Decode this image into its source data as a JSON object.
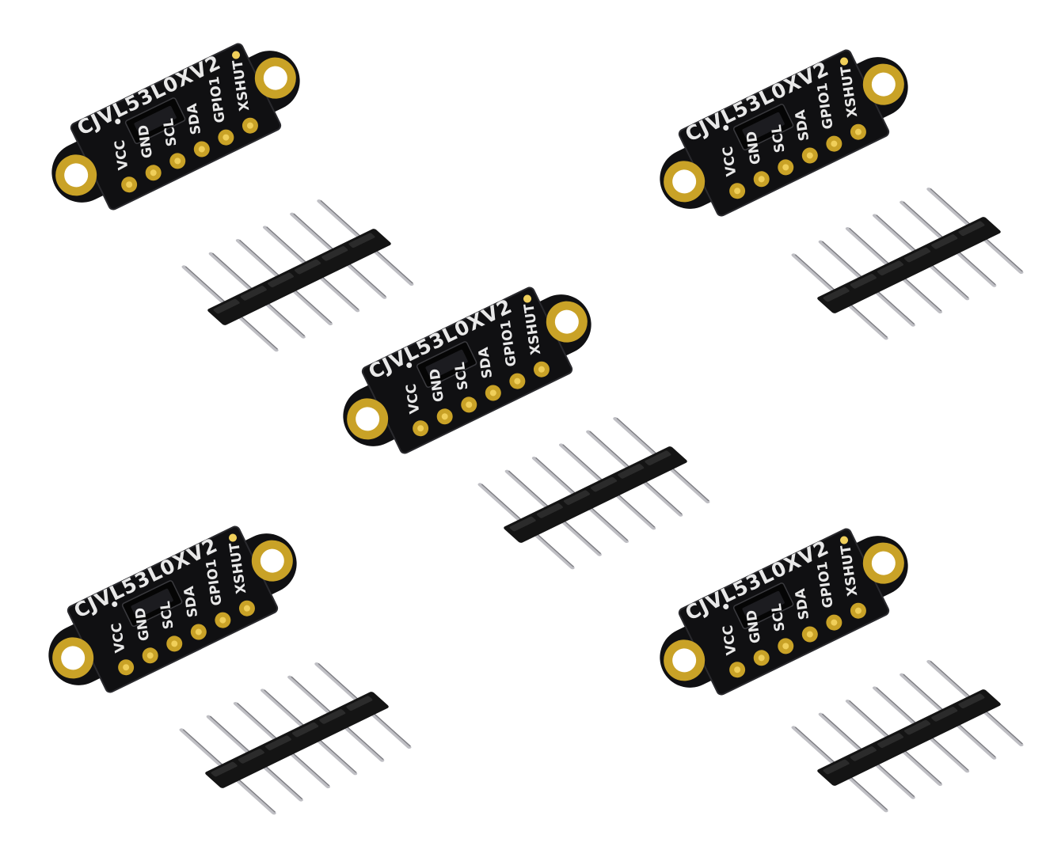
{
  "board": {
    "model": "CJVL53L0XV2",
    "pins": [
      "VCC",
      "GND",
      "SCL",
      "SDA",
      "GPIO1",
      "XSHUT"
    ]
  },
  "colors": {
    "background": "#ffffff",
    "pcb": "#101012",
    "pcb_edge": "#2a2a2e",
    "gold": "#c9a227",
    "gold_light": "#f0cf5a",
    "header_plastic": "#141414",
    "pin_metal": "#bfbfc4",
    "silkscreen": "#e8e8e8"
  },
  "module_count": 5,
  "header_pin_count": 6
}
